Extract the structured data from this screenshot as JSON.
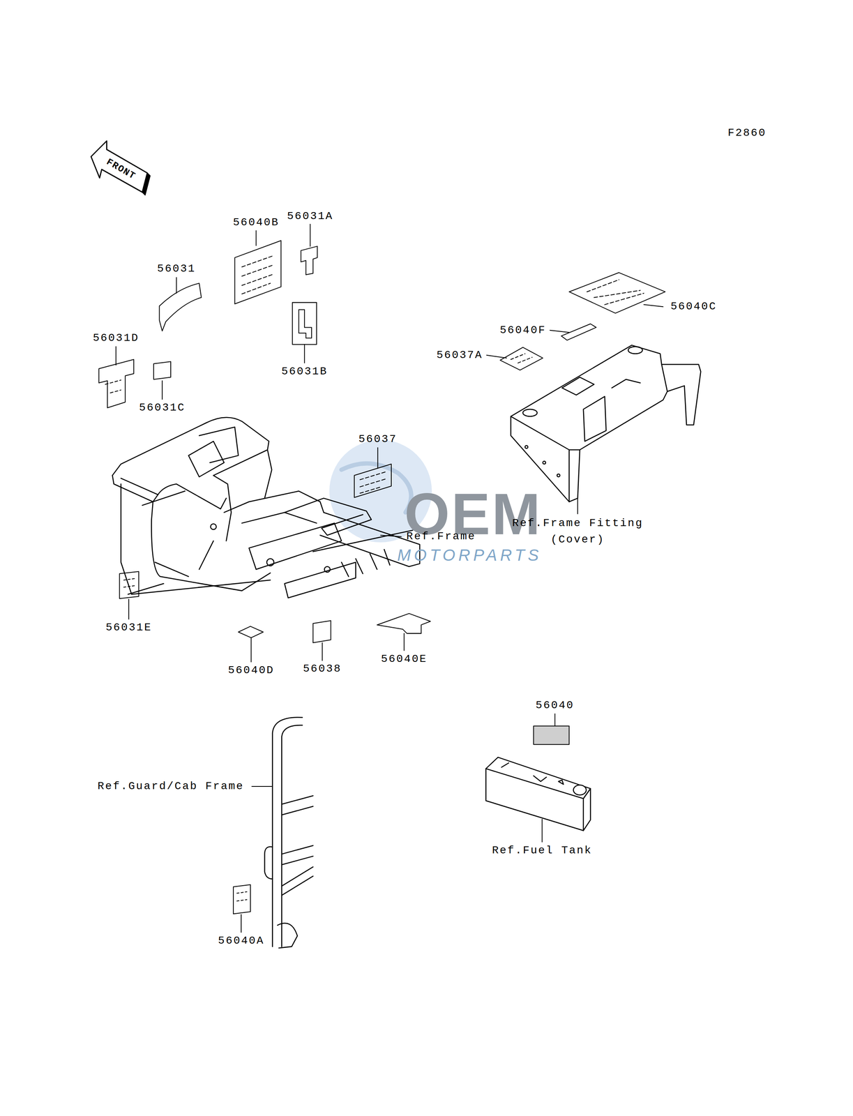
{
  "diagram": {
    "labels": [
      "F2860",
      "FRONT",
      "56040B",
      "56031A",
      "56031",
      "56040C",
      "56040F",
      "56037A",
      "56031D",
      "56031C",
      "56031B",
      "56037",
      "OEM",
      "MOTORPARTS",
      "Ref.Frame Fitting (Cover)",
      "Ref.Frame",
      "56031E",
      "56040D",
      "56038",
      "56040E",
      "56040",
      "Ref.Guard/Cab Frame",
      "Ref.Fuel Tank",
      "56040A"
    ]
  }
}
